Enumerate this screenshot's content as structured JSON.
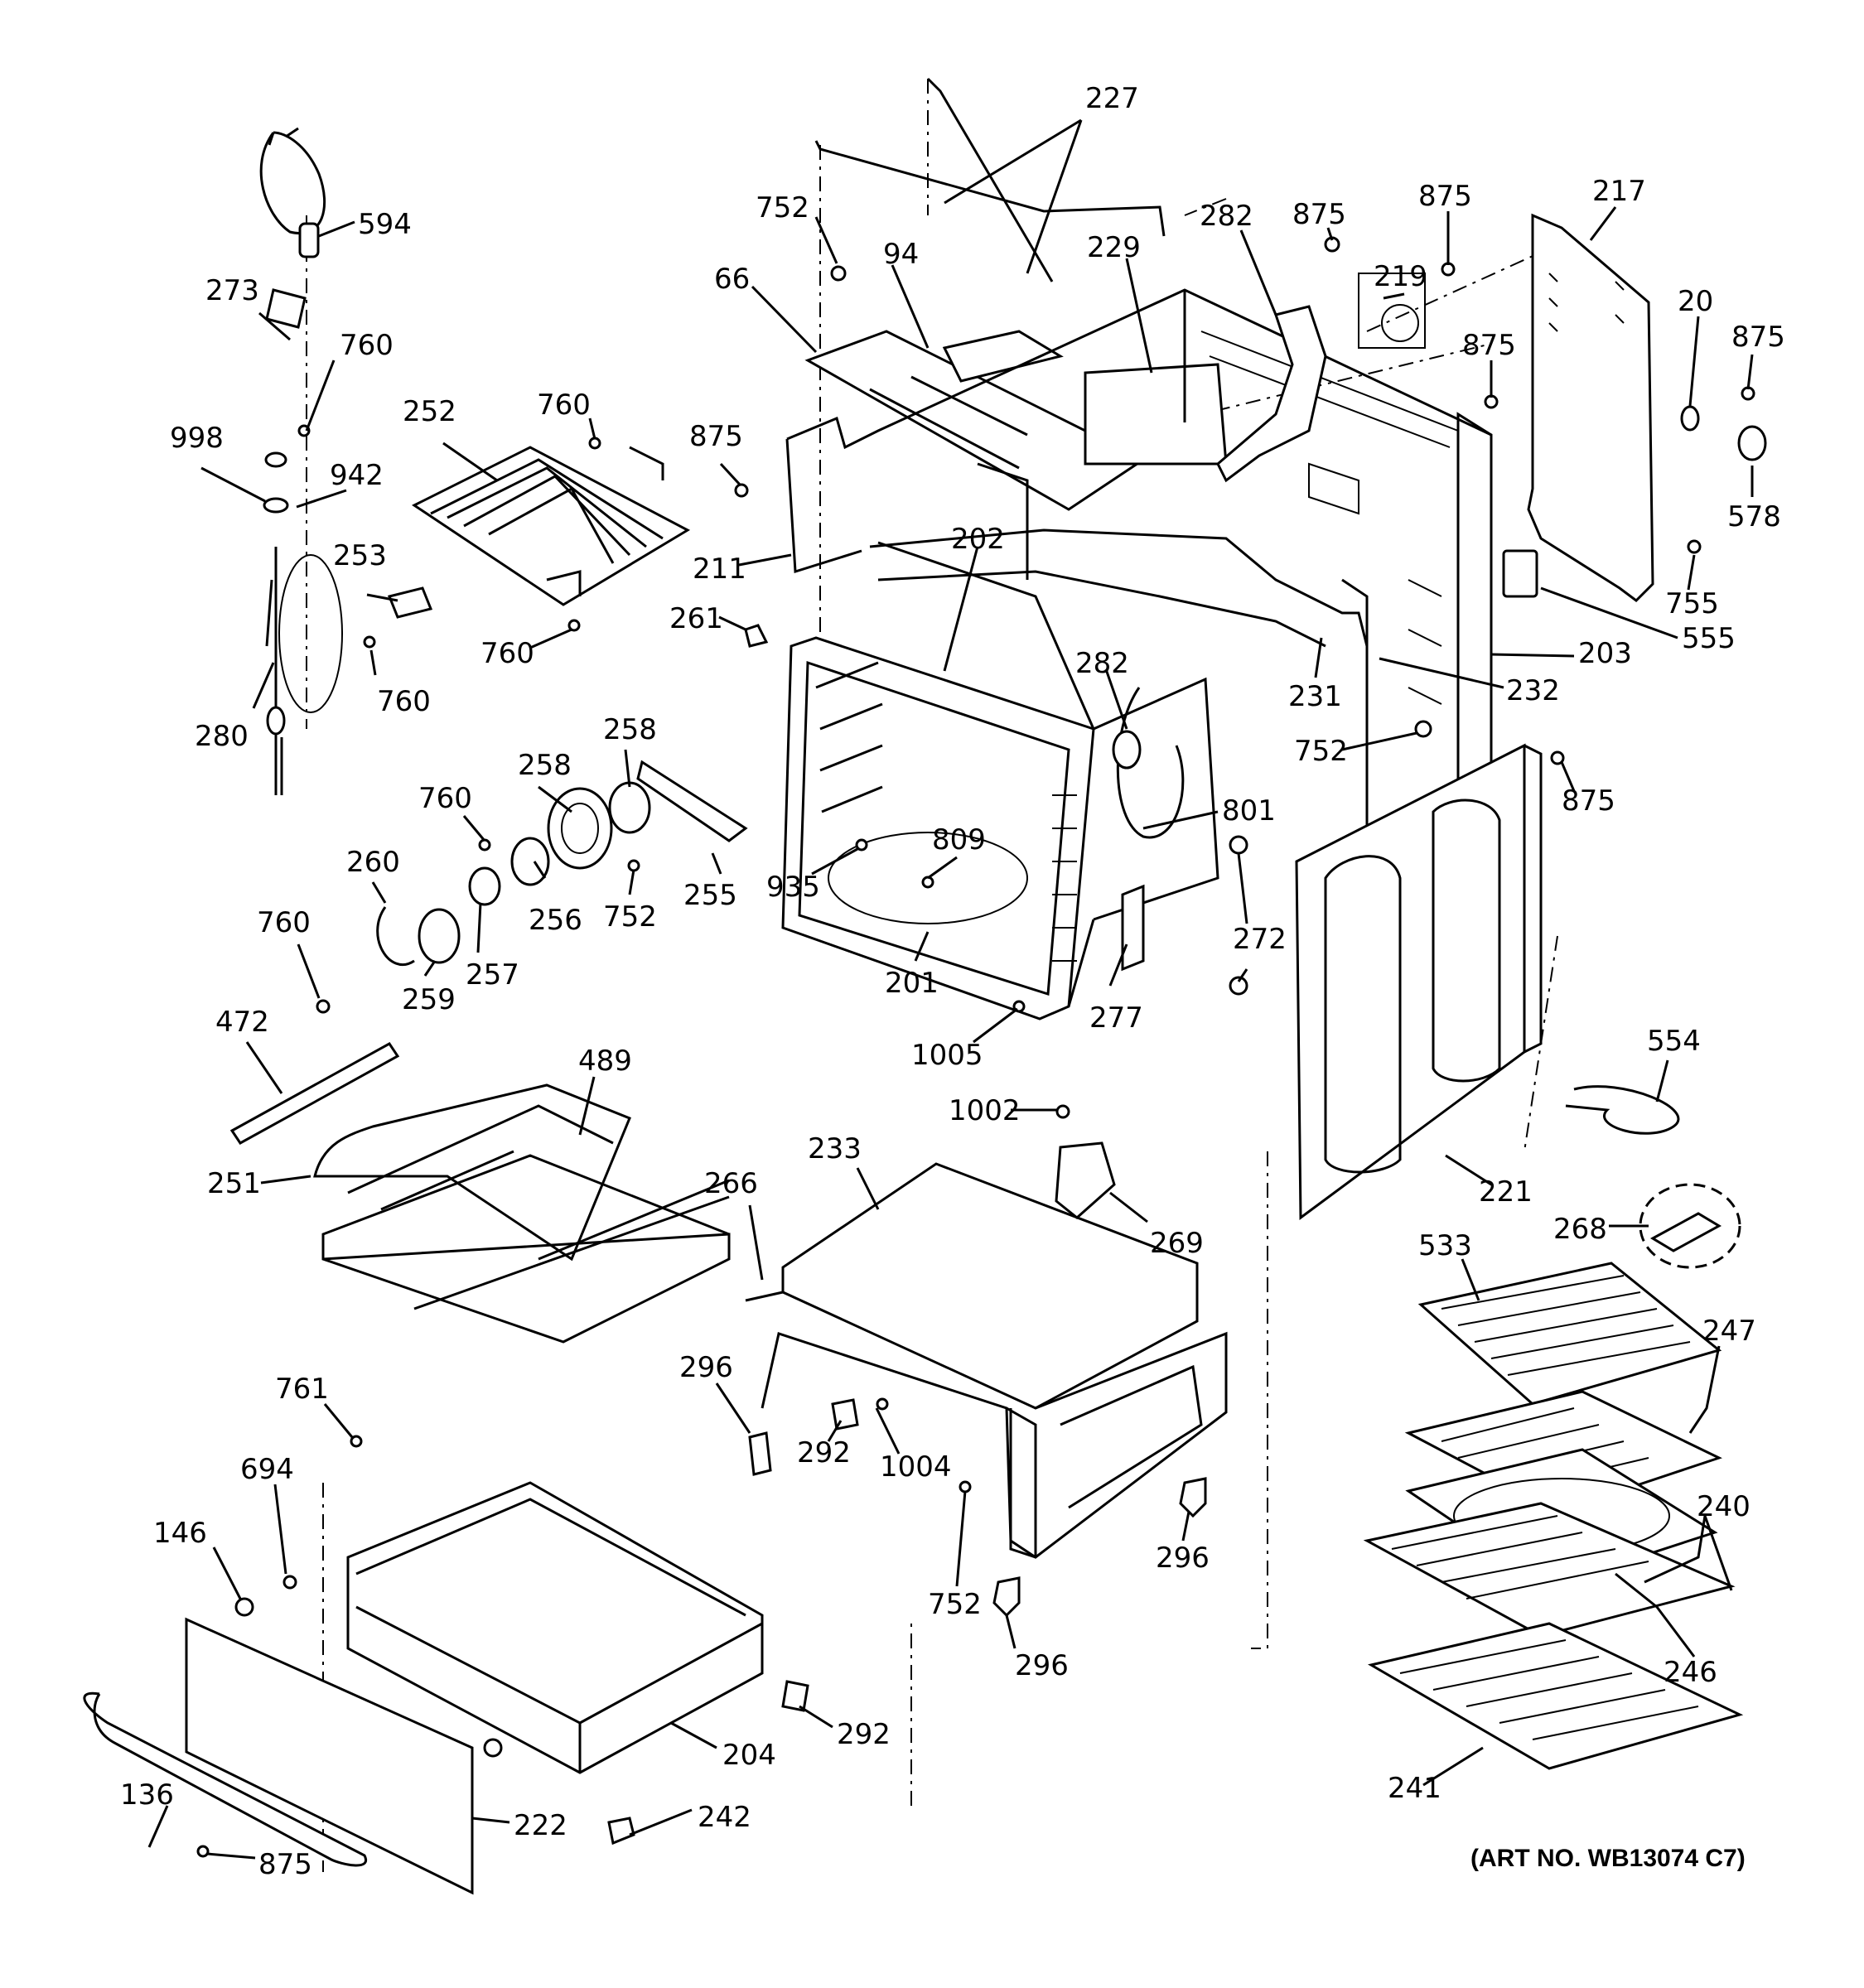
{
  "diagram": {
    "art_number": "(ART NO. WB13074 C7)",
    "callouts": [
      {
        "id": "c227",
        "text": "227"
      },
      {
        "id": "c594",
        "text": "594"
      },
      {
        "id": "c273",
        "text": "273"
      },
      {
        "id": "c760a",
        "text": "760"
      },
      {
        "id": "c252",
        "text": "252"
      },
      {
        "id": "c760b",
        "text": "760"
      },
      {
        "id": "c998",
        "text": "998"
      },
      {
        "id": "c942",
        "text": "942"
      },
      {
        "id": "c253",
        "text": "253"
      },
      {
        "id": "c760c",
        "text": "760"
      },
      {
        "id": "c760d",
        "text": "760"
      },
      {
        "id": "c280",
        "text": "280"
      },
      {
        "id": "c752a",
        "text": "752"
      },
      {
        "id": "c94",
        "text": "94"
      },
      {
        "id": "c66",
        "text": "66"
      },
      {
        "id": "c875a",
        "text": "875"
      },
      {
        "id": "c211",
        "text": "211"
      },
      {
        "id": "c261",
        "text": "261"
      },
      {
        "id": "c202",
        "text": "202"
      },
      {
        "id": "c229",
        "text": "229"
      },
      {
        "id": "c282a",
        "text": "282"
      },
      {
        "id": "c875b",
        "text": "875"
      },
      {
        "id": "c875c",
        "text": "875"
      },
      {
        "id": "c219",
        "text": "219"
      },
      {
        "id": "c875d",
        "text": "875"
      },
      {
        "id": "c217",
        "text": "217"
      },
      {
        "id": "c20",
        "text": "20"
      },
      {
        "id": "c875e",
        "text": "875"
      },
      {
        "id": "c578",
        "text": "578"
      },
      {
        "id": "c755",
        "text": "755"
      },
      {
        "id": "c555",
        "text": "555"
      },
      {
        "id": "c203",
        "text": "203"
      },
      {
        "id": "c232",
        "text": "232"
      },
      {
        "id": "c231",
        "text": "231"
      },
      {
        "id": "c282b",
        "text": "282"
      },
      {
        "id": "c752b",
        "text": "752"
      },
      {
        "id": "c875f",
        "text": "875"
      },
      {
        "id": "c801",
        "text": "801"
      },
      {
        "id": "c258a",
        "text": "258"
      },
      {
        "id": "c258b",
        "text": "258"
      },
      {
        "id": "c760e",
        "text": "760"
      },
      {
        "id": "c260",
        "text": "260"
      },
      {
        "id": "c256",
        "text": "256"
      },
      {
        "id": "c257",
        "text": "257"
      },
      {
        "id": "c259",
        "text": "259"
      },
      {
        "id": "c752c",
        "text": "752"
      },
      {
        "id": "c255",
        "text": "255"
      },
      {
        "id": "c809",
        "text": "809"
      },
      {
        "id": "c935",
        "text": "935"
      },
      {
        "id": "c201",
        "text": "201"
      },
      {
        "id": "c272",
        "text": "272"
      },
      {
        "id": "c277",
        "text": "277"
      },
      {
        "id": "c1005",
        "text": "1005"
      },
      {
        "id": "c760f",
        "text": "760"
      },
      {
        "id": "c472",
        "text": "472"
      },
      {
        "id": "c489",
        "text": "489"
      },
      {
        "id": "c251",
        "text": "251"
      },
      {
        "id": "c554",
        "text": "554"
      },
      {
        "id": "c1002",
        "text": "1002"
      },
      {
        "id": "c233",
        "text": "233"
      },
      {
        "id": "c266",
        "text": "266"
      },
      {
        "id": "c269",
        "text": "269"
      },
      {
        "id": "c221",
        "text": "221"
      },
      {
        "id": "c268",
        "text": "268"
      },
      {
        "id": "c533",
        "text": "533"
      },
      {
        "id": "c247",
        "text": "247"
      },
      {
        "id": "c296a",
        "text": "296"
      },
      {
        "id": "c292a",
        "text": "292"
      },
      {
        "id": "c1004",
        "text": "1004"
      },
      {
        "id": "c761",
        "text": "761"
      },
      {
        "id": "c694",
        "text": "694"
      },
      {
        "id": "c146",
        "text": "146"
      },
      {
        "id": "c296b",
        "text": "296"
      },
      {
        "id": "c752d",
        "text": "752"
      },
      {
        "id": "c296c",
        "text": "296"
      },
      {
        "id": "c240",
        "text": "240"
      },
      {
        "id": "c246",
        "text": "246"
      },
      {
        "id": "c292b",
        "text": "292"
      },
      {
        "id": "c204",
        "text": "204"
      },
      {
        "id": "c136",
        "text": "136"
      },
      {
        "id": "c222",
        "text": "222"
      },
      {
        "id": "c242",
        "text": "242"
      },
      {
        "id": "c241",
        "text": "241"
      },
      {
        "id": "c875g",
        "text": "875"
      }
    ]
  }
}
